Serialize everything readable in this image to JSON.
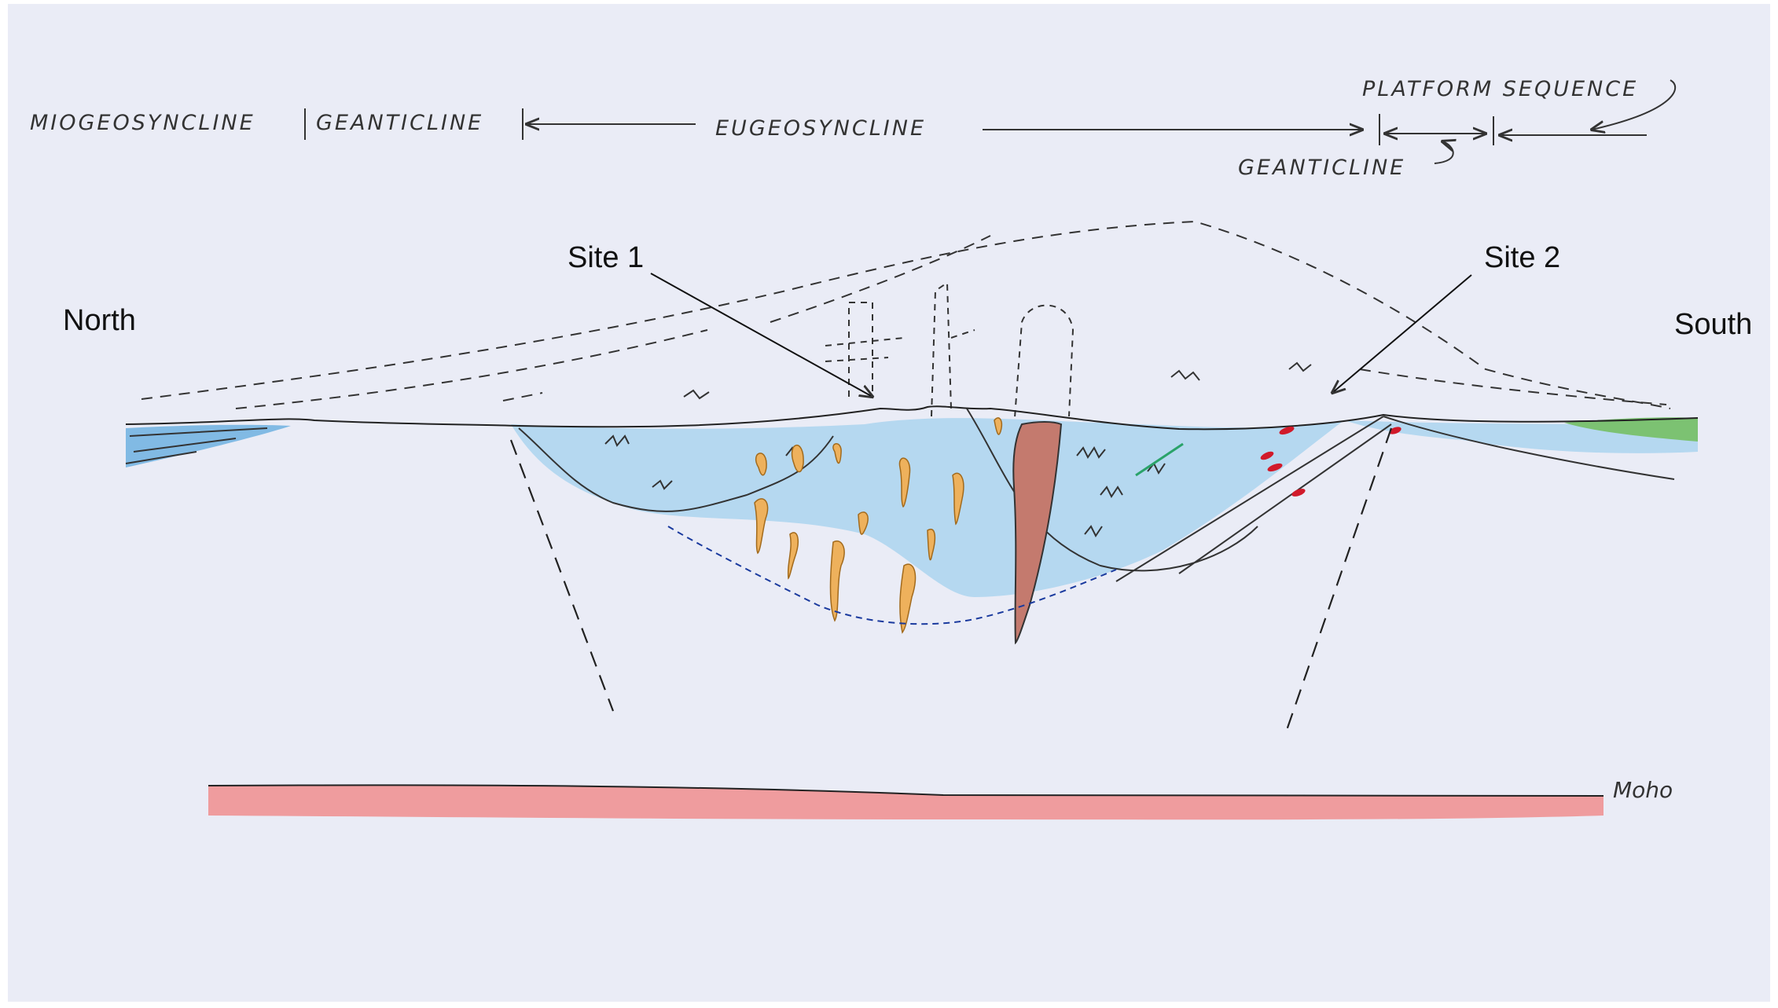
{
  "header": {
    "miogeosyncline": "MIOGEOSYNCLINE",
    "geanticline_left": "GEANTICLINE",
    "eugeosyncline": "EUGEOSYNCLINE",
    "platform_sequence": "PLATFORM SEQUENCE",
    "geanticline_right": "GEANTICLINE"
  },
  "labels": {
    "north": "North",
    "south": "South",
    "site1": "Site 1",
    "site2": "Site 2",
    "moho": "Moho"
  },
  "colors": {
    "paper": "#eaecf6",
    "basin_blue": "#b5d8f0",
    "deep_blue": "#6fb2e0",
    "granite_orange": "#eeb15c",
    "dike_red": "#c47a6e",
    "moho_red": "#f08e8e",
    "platform_green": "#7cc272",
    "ink": "#222222"
  }
}
